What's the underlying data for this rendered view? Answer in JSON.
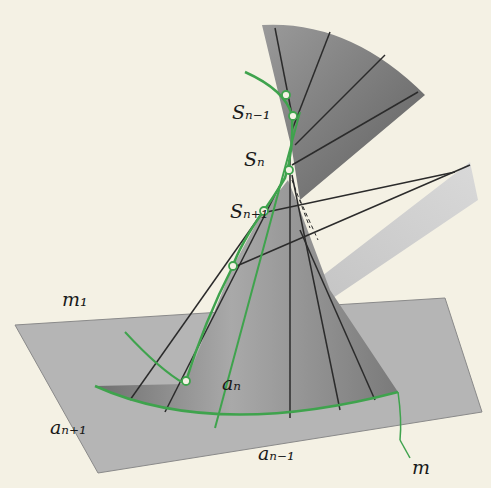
{
  "diagram": {
    "labels": [
      "Sₙ₋₁",
      "Sₙ",
      "Sₙ₊₁",
      "m₁",
      "aₙ",
      "aₙ₊₁",
      "aₙ₋₁",
      "m"
    ]
  }
}
